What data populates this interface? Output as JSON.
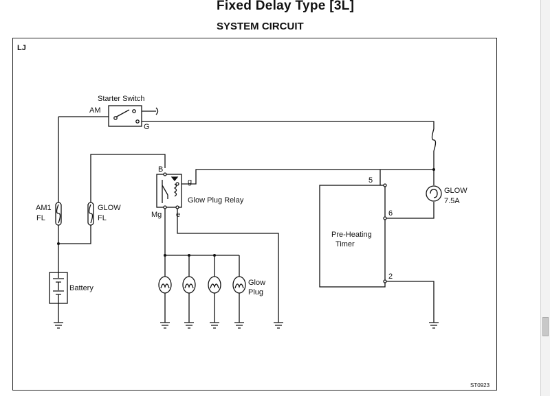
{
  "header": {
    "title": "Fixed Delay Type [3L]",
    "subtitle": "SYSTEM CIRCUIT"
  },
  "diagram": {
    "frame_label": "LJ",
    "figure_code": "ST0923",
    "starter_switch": {
      "label": "Starter Switch",
      "terminal_am": "AM",
      "terminal_g": "G"
    },
    "fuse_am1": {
      "line1": "AM1",
      "line2": "FL"
    },
    "fuse_glow": {
      "line1": "GLOW",
      "line2": "FL"
    },
    "battery_label": "Battery",
    "relay": {
      "label": "Glow Plug Relay",
      "terminal_b": "B",
      "terminal_g": "g",
      "terminal_mg": "Mg",
      "terminal_e": "e"
    },
    "glow_plug_label": {
      "line1": "Glow",
      "line2": "Plug"
    },
    "glow_fuse": {
      "line1": "GLOW",
      "line2": "7.5A"
    },
    "timer": {
      "line1": "Pre-Heating",
      "line2": "Timer",
      "pin5": "5",
      "pin6": "6",
      "pin2": "2"
    }
  }
}
